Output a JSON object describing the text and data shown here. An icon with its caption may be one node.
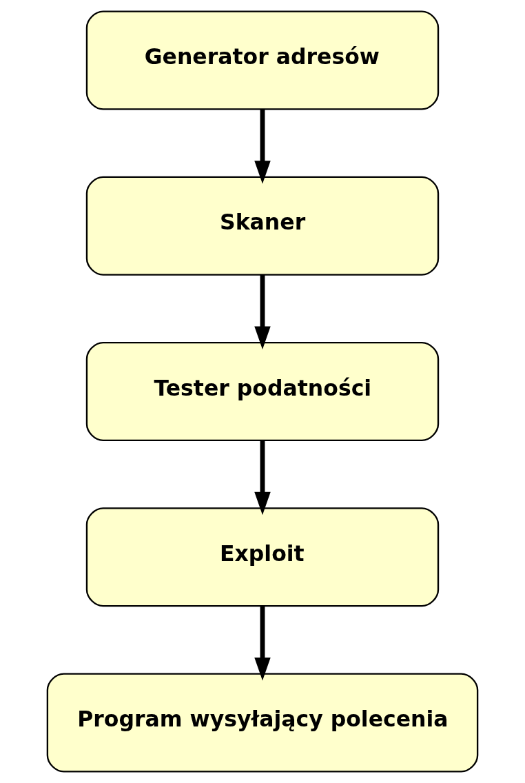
{
  "diagram": {
    "nodes": [
      {
        "text": [
          "Generator adresów"
        ]
      },
      {
        "text": [
          "Skaner"
        ]
      },
      {
        "text": [
          "Tester podatności"
        ]
      },
      {
        "text": [
          "Exploit"
        ]
      },
      {
        "text": [
          "Program wysyłający polecenia"
        ]
      }
    ],
    "edges": [
      {
        "from": 0,
        "to": 1,
        "arrow": "to"
      },
      {
        "from": 1,
        "to": 2,
        "arrow": "to"
      },
      {
        "from": 2,
        "to": 3,
        "arrow": "to"
      },
      {
        "from": 3,
        "to": 4,
        "arrow": "to"
      }
    ]
  }
}
